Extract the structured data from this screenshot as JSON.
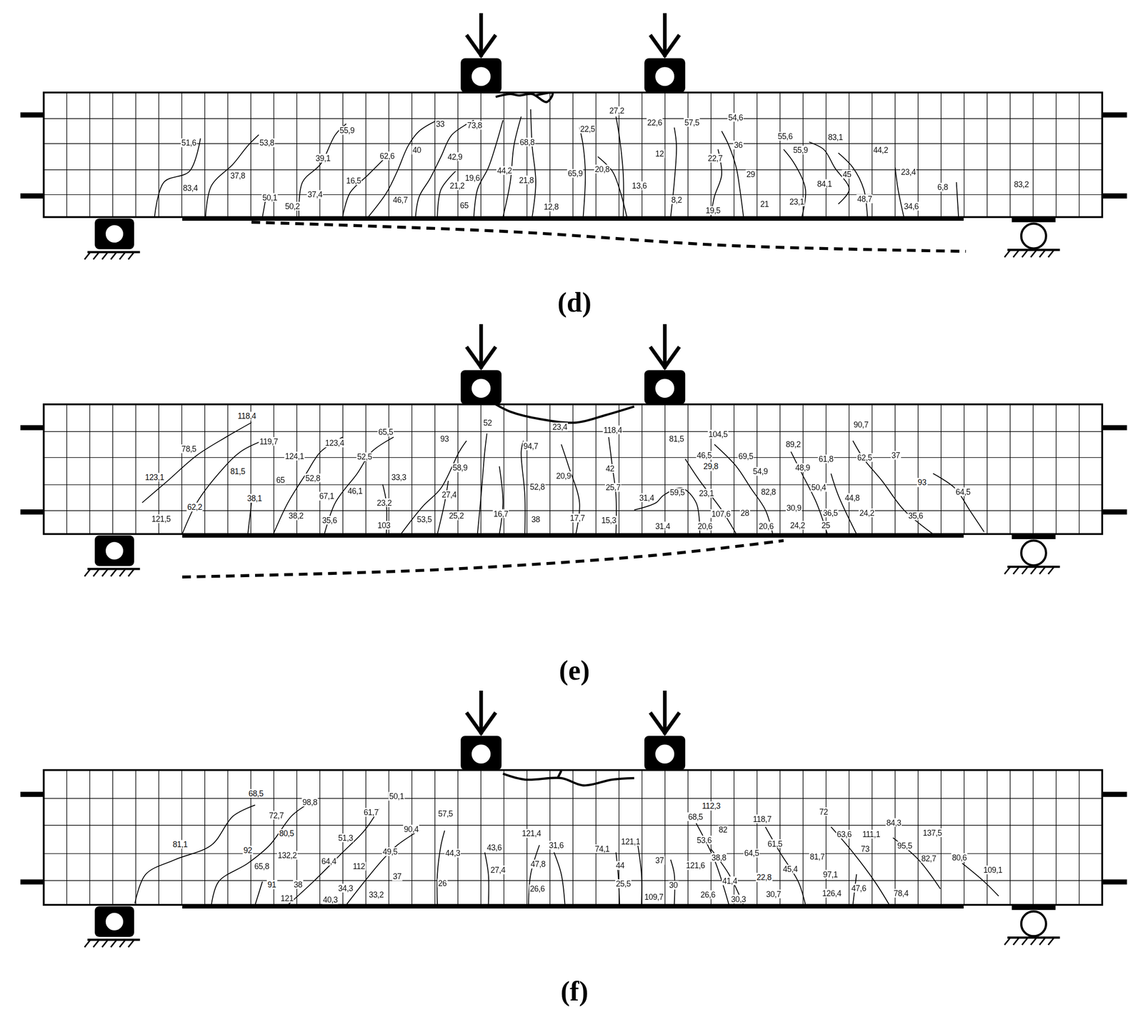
{
  "diagram": {
    "labels": [
      "51,6",
      "53,8",
      "55,9",
      "33",
      "73,8",
      "68,8",
      "27,2",
      "22,5",
      "22,6",
      "57,5",
      "54,6",
      "55,6",
      "83,1",
      "55,9",
      "44,2",
      "36",
      "12",
      "22,7",
      "39,1",
      "62,6",
      "40",
      "42,9",
      "37,8",
      "16,5",
      "19,6",
      "44,2",
      "21,8",
      "20,8",
      "65,9",
      "13,6",
      "29",
      "45",
      "23,4",
      "83,4",
      "21,2",
      "84,1",
      "6,8",
      "83,2",
      "50,1",
      "37,4",
      "50,2",
      "46,7",
      "65",
      "12,8",
      "8,2",
      "19,5",
      "21",
      "23,1",
      "48,7",
      "34,6",
      "(d)",
      "118,4",
      "78,5",
      "119,7",
      "123,4",
      "65,5",
      "93",
      "52",
      "23,4",
      "118,4",
      "94,7",
      "81,5",
      "104,5",
      "90,7",
      "124,1",
      "52,5",
      "46,5",
      "69,5",
      "89,2",
      "61,8",
      "62,5",
      "37",
      "81,5",
      "29,8",
      "58,9",
      "42",
      "54,9",
      "48,9",
      "123,1",
      "65",
      "52,8",
      "33,3",
      "20,9",
      "93",
      "52,8",
      "25,7",
      "50,4",
      "82,8",
      "64,5",
      "38,1",
      "67,1",
      "46,1",
      "27,4",
      "31,4",
      "59,5",
      "23,1",
      "44,8",
      "23,2",
      "62,2",
      "38,2",
      "107,6",
      "28",
      "30,9",
      "36,5",
      "24,2",
      "35,6",
      "121,5",
      "35,6",
      "103",
      "53,5",
      "25,2",
      "16,7",
      "38",
      "17,7",
      "15,3",
      "31,4",
      "20,6",
      "20,6",
      "24,2",
      "25",
      "(e)",
      "68,5",
      "98,8",
      "50,1",
      "72,7",
      "61,7",
      "57,5",
      "112,3",
      "68,5",
      "118,7",
      "72",
      "84,3",
      "80,5",
      "51,3",
      "90,4",
      "121,4",
      "82",
      "137,5",
      "81,1",
      "43,6",
      "31,6",
      "121,1",
      "53,6",
      "61,5",
      "63,6",
      "111,1",
      "74,1",
      "95,5",
      "73",
      "92",
      "132,2",
      "44,3",
      "49,5",
      "37",
      "38,8",
      "64,5",
      "81,7",
      "82,7",
      "80,6",
      "65,8",
      "64,4",
      "112",
      "27,4",
      "47,8",
      "44",
      "121,6",
      "45,4",
      "97,1",
      "109,1",
      "37",
      "91",
      "38",
      "26",
      "22,8",
      "41,4",
      "25,5",
      "30",
      "47,6",
      "34,3",
      "26,6",
      "30,7",
      "126,4",
      "78,4",
      "121",
      "40,3",
      "33,2",
      "109,7",
      "26,6",
      "30,3",
      "(f)"
    ]
  }
}
